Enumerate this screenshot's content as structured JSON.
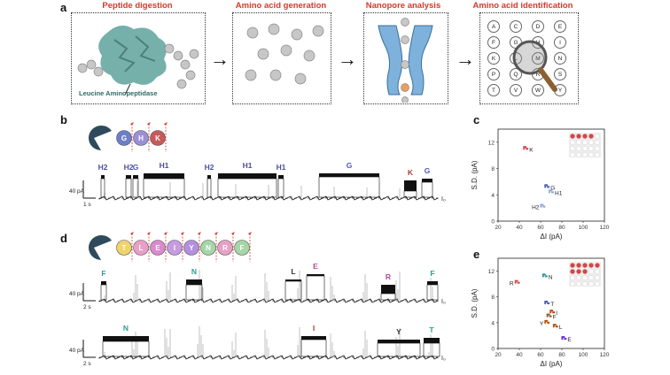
{
  "panels": {
    "a": "a",
    "b": "b",
    "c": "c",
    "d": "d",
    "e": "e"
  },
  "stages": [
    {
      "title": "Peptide digestion"
    },
    {
      "title": "Amino acid generation"
    },
    {
      "title": "Nanopore analysis"
    },
    {
      "title": "Amino acid identification"
    }
  ],
  "enzyme_label": "Leucine Aminopeptidase",
  "amino_acid_grid": [
    "A",
    "C",
    "D",
    "E",
    "F",
    "G",
    "H",
    "I",
    "K",
    "L",
    "M",
    "N",
    "P",
    "Q",
    "R",
    "S",
    "T",
    "V",
    "W",
    "Y"
  ],
  "peptide_b": {
    "residues": [
      "G",
      "H",
      "K"
    ]
  },
  "peptide_d": {
    "residues": [
      "T",
      "L",
      "E",
      "I",
      "Y",
      "N",
      "R",
      "F"
    ]
  },
  "trace_b": {
    "segments": [
      "H2",
      "H2",
      "G",
      "H1",
      "H2",
      "H1",
      "H1",
      "G",
      "K",
      "G"
    ],
    "scale_current": "40 pA",
    "scale_time": "1 s",
    "baseline": "I₀"
  },
  "trace_d1": {
    "segments": [
      "F",
      "N",
      "L",
      "E",
      "R",
      "F"
    ],
    "scale_current": "40 pA",
    "scale_time": "2 s",
    "baseline": "I₀"
  },
  "trace_d2": {
    "segments": [
      "N",
      "I",
      "Y",
      "T"
    ],
    "scale_current": "40 pA",
    "scale_time": "2 s",
    "baseline": "I₀"
  },
  "scatter_c": {
    "type": "scatter",
    "xlabel": "ΔI (pA)",
    "ylabel": "S.D. (pA)",
    "xlim": [
      20,
      120
    ],
    "ylim": [
      0,
      14
    ],
    "xticks": [
      "20",
      "40",
      "60",
      "80",
      "100",
      "120"
    ],
    "yticks": [
      "0",
      "4",
      "8",
      "12"
    ],
    "points": [
      {
        "name": "K",
        "x": 46,
        "y": 11
      },
      {
        "name": "G",
        "x": 66,
        "y": 5.2
      },
      {
        "name": "H1",
        "x": 70,
        "y": 4.4
      },
      {
        "name": "H2",
        "x": 62,
        "y": 2.2
      }
    ]
  },
  "scatter_e": {
    "type": "scatter",
    "xlabel": "ΔI (pA)",
    "ylabel": "S.D. (pA)",
    "xlim": [
      20,
      120
    ],
    "ylim": [
      0,
      14
    ],
    "xticks": [
      "20",
      "40",
      "60",
      "80",
      "100",
      "120"
    ],
    "yticks": [
      "0",
      "4",
      "8",
      "12"
    ],
    "points": [
      {
        "name": "R",
        "x": 38,
        "y": 10.2
      },
      {
        "name": "N",
        "x": 64,
        "y": 11.2
      },
      {
        "name": "T",
        "x": 66,
        "y": 7.0
      },
      {
        "name": "F",
        "x": 68,
        "y": 5.0
      },
      {
        "name": "I",
        "x": 71,
        "y": 5.6
      },
      {
        "name": "Y",
        "x": 66,
        "y": 4.0
      },
      {
        "name": "L",
        "x": 74,
        "y": 3.4
      },
      {
        "name": "E",
        "x": 82,
        "y": 1.5
      }
    ]
  },
  "colors": {
    "title_red": "#d23a2b",
    "pore_blue": "#7eb2dd",
    "pacman": "#2f4a5a",
    "trace": "#111111",
    "residue_G": "#6c7fc6",
    "residue_H": "#9b8fd6",
    "residue_K": "#c85a5a",
    "point_G": "#4a5bb4",
    "point_H": "#8fa6d8",
    "point_N": "#2a9d8f",
    "point_R": "#d64545"
  }
}
